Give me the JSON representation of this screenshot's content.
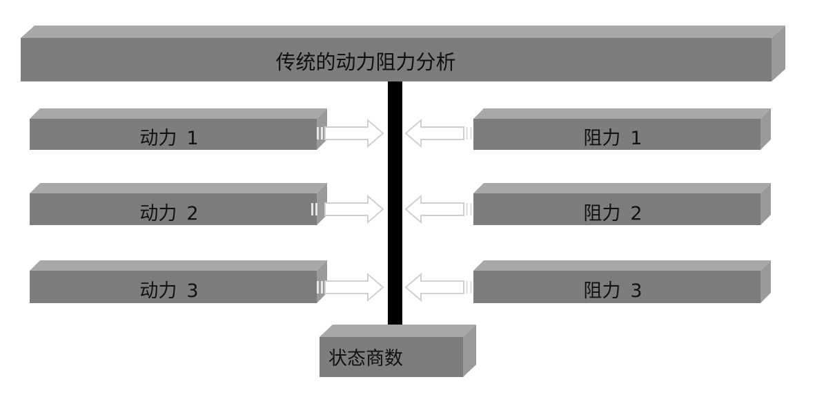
{
  "title": "传统的动力阻力分析",
  "driving_forces": [
    {
      "label": "动力",
      "index": "1"
    },
    {
      "label": "动力",
      "index": "2"
    },
    {
      "label": "动力",
      "index": "3"
    }
  ],
  "resisting_forces": [
    {
      "label": "阻力",
      "index": "1"
    },
    {
      "label": "阻力",
      "index": "2"
    },
    {
      "label": "阻力",
      "index": "3"
    }
  ],
  "result": {
    "label": "状态商数"
  },
  "colors": {
    "box_front": "#7d7d7d",
    "box_top": "#a8a8a8",
    "box_side": "#9a9a9a",
    "bar": "#000000",
    "arrow_stroke": "#cfcfcf",
    "arrow_fill": "#ffffff"
  }
}
